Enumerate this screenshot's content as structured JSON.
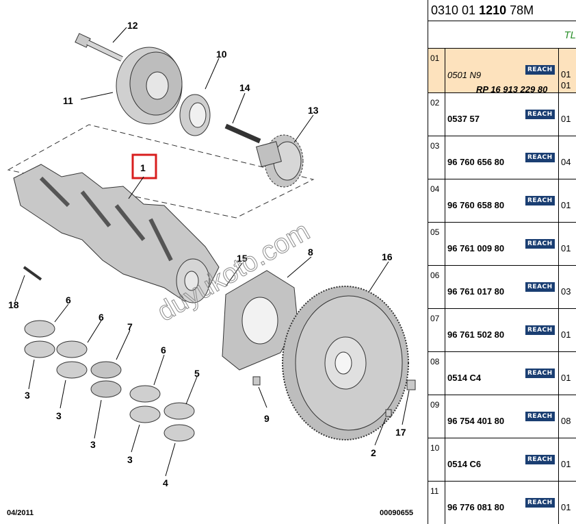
{
  "diagram": {
    "callouts": [
      "12",
      "10",
      "11",
      "14",
      "13",
      "1",
      "8",
      "15",
      "16",
      "18",
      "6",
      "6",
      "7",
      "6",
      "5",
      "3",
      "3",
      "3",
      "3",
      "4",
      "9",
      "17",
      "2"
    ],
    "watermark": "duyukoto.com",
    "footer_left": "04/2011",
    "footer_right": "00090655",
    "colors": {
      "highlight_box": "#d81e1e",
      "part_fill": "#c9c9c9",
      "part_stroke": "#333333"
    }
  },
  "panel": {
    "ref_prefix": "0310 01 ",
    "ref_bold": "1210",
    "ref_suffix": " 78M",
    "sub_label": "TL",
    "reach_label": "REACH",
    "rows": [
      {
        "num": "01",
        "part": "0501 N9",
        "part2": "RP 16 913 229 80",
        "qty": "01",
        "qty2": "01"
      },
      {
        "num": "02",
        "part": "0537 57",
        "qty": "01"
      },
      {
        "num": "03",
        "part": "96 760 656 80",
        "qty": "04"
      },
      {
        "num": "04",
        "part": "96 760 658 80",
        "qty": "01"
      },
      {
        "num": "05",
        "part": "96 761 009 80",
        "qty": "01"
      },
      {
        "num": "06",
        "part": "96 761 017 80",
        "qty": "03"
      },
      {
        "num": "07",
        "part": "96 761 502 80",
        "qty": "01"
      },
      {
        "num": "08",
        "part": "0514 C4",
        "qty": "01"
      },
      {
        "num": "09",
        "part": "96 754 401 80",
        "qty": "08"
      },
      {
        "num": "10",
        "part": "0514 C6",
        "qty": "01"
      },
      {
        "num": "11",
        "part": "96 776 081 80",
        "qty": "01"
      }
    ]
  }
}
